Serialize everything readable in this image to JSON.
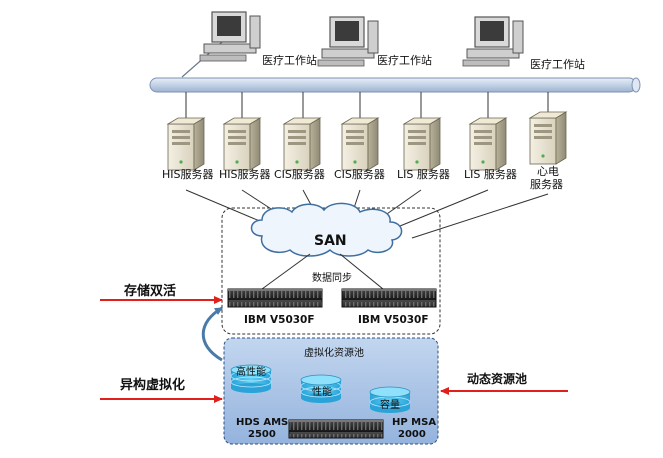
{
  "workstations": {
    "labels": [
      "医疗工作站",
      "医疗工作站",
      "医疗工作站"
    ]
  },
  "servers": {
    "labels": [
      "HIS服务器",
      "HIS服务器",
      "CIS服务器",
      "CIS服务器",
      "LIS 服务器",
      "LIS 服务器"
    ],
    "ecg_label_line1": "心电",
    "ecg_label_line2": "服务器"
  },
  "san": {
    "label": "SAN",
    "sync_label": "数据同步",
    "storage_left": "IBM V5030F",
    "storage_right": "IBM V5030F"
  },
  "pool": {
    "title": "虚拟化资源池",
    "disk_high_perf": "高性能",
    "disk_perf": "性能",
    "disk_capacity": "容量",
    "left_device_line1": "HDS AMS",
    "left_device_line2": "2500",
    "right_device_line1": "HP MSA",
    "right_device_line2": "2000"
  },
  "annotations": {
    "storage_active": "存储双活",
    "heterogeneous_virtualization": "异构虚拟化",
    "dynamic_pool": "动态资源池"
  },
  "colors": {
    "bus": "#c9d7ea",
    "arrow": "#e0201b",
    "pool_bg": "#a9c3e6",
    "disk": "#3fb6e6",
    "cloud": "#eef5fc"
  }
}
